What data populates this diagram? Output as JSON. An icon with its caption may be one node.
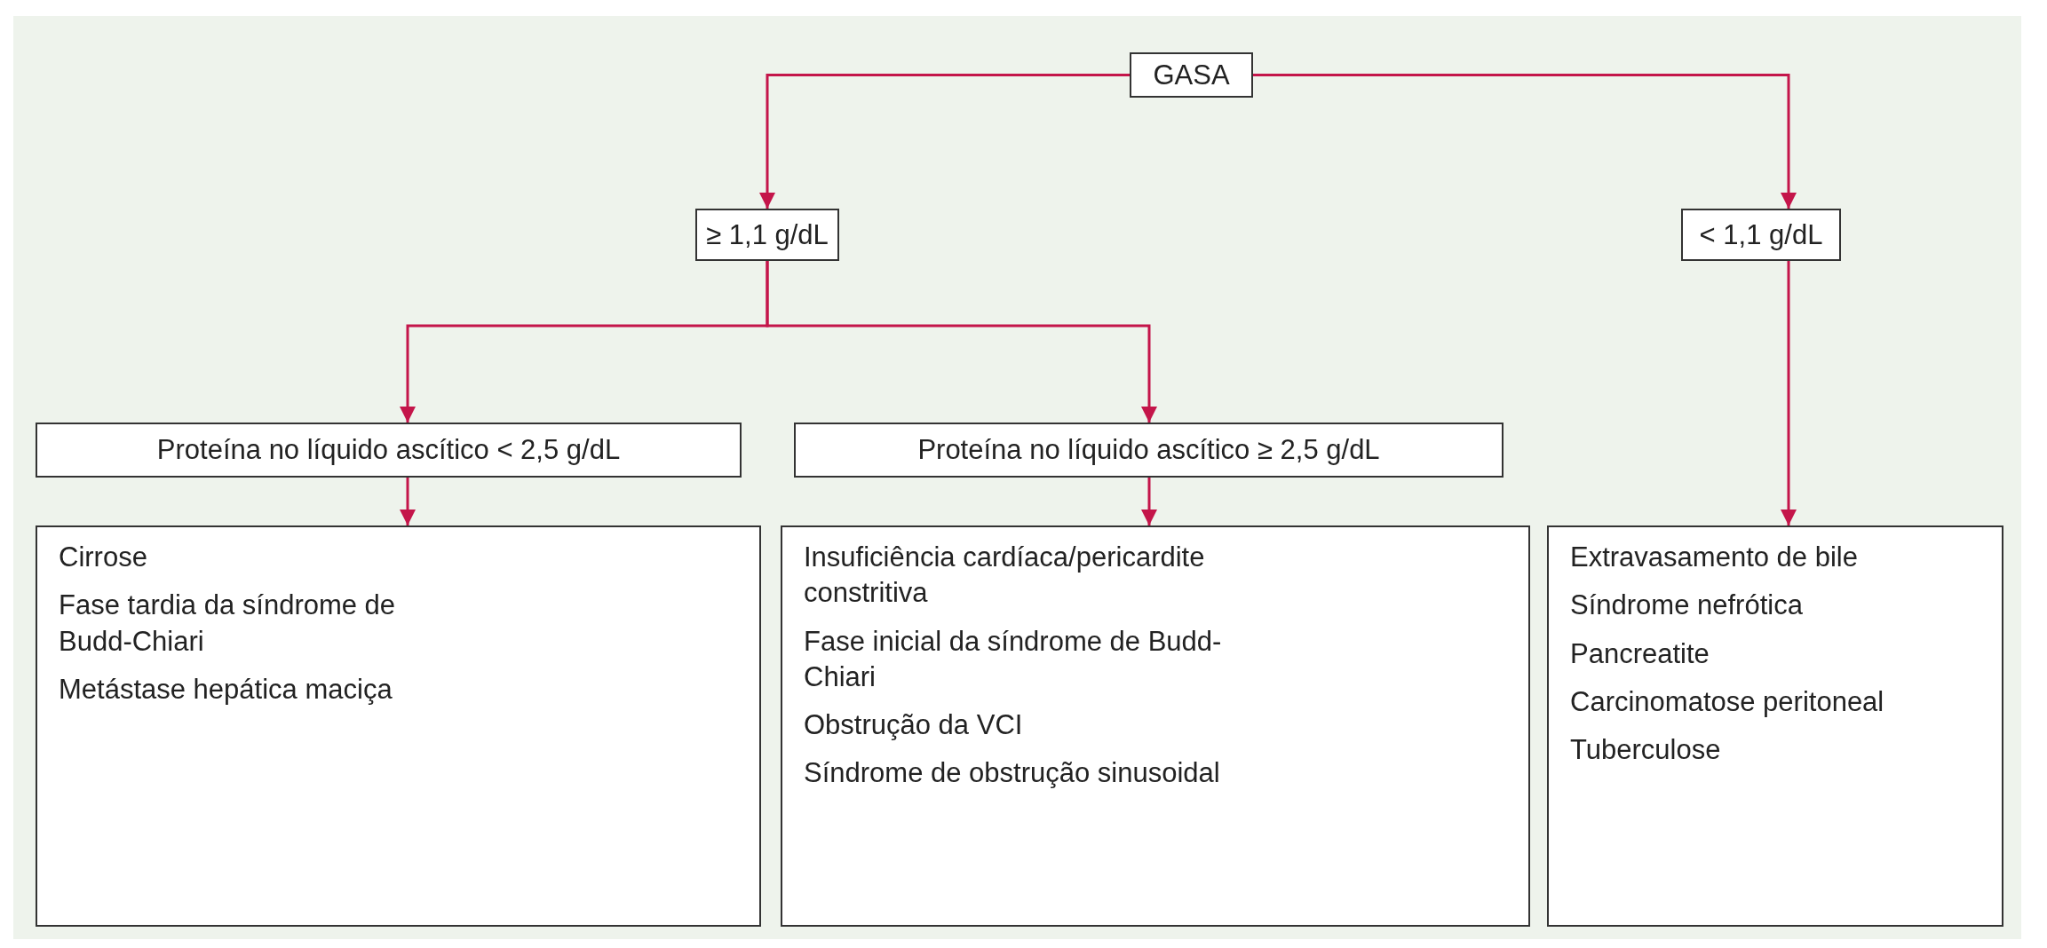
{
  "diagram": {
    "nodes": [
      {
        "text": [
          "GASA"
        ]
      },
      {
        "text": [
          "≥ 1,1 g/dL"
        ]
      },
      {
        "text": [
          "< 1,1 g/dL"
        ]
      },
      {
        "text": [
          "Proteína no líquido ascítico < 2,5 g/dL"
        ]
      },
      {
        "text": [
          "Proteína no líquido ascítico ≥ 2,5 g/dL"
        ]
      },
      {
        "text": [
          "Cirrose",
          "Fase tardia da síndrome de Budd-Chiari",
          "Metástase hepática maciça"
        ]
      },
      {
        "text": [
          "Insuficiência cardíaca/pericardite constritiva",
          "Fase inicial da síndrome de Budd-Chiari",
          "Obstrução da VCI",
          "Síndrome de obstrução sinusoidal"
        ]
      },
      {
        "text": [
          "Extravasamento de bile",
          "Síndrome nefrótica",
          "Pancreatite",
          "Carcinomatose peritoneal",
          "Tuberculose"
        ]
      }
    ],
    "edges": [
      {
        "from": 0,
        "to": 1,
        "arrow": "to"
      },
      {
        "from": 0,
        "to": 2,
        "arrow": "to"
      },
      {
        "from": 1,
        "to": 3,
        "arrow": "to"
      },
      {
        "from": 1,
        "to": 4,
        "arrow": "to"
      },
      {
        "from": 3,
        "to": 5,
        "arrow": "to"
      },
      {
        "from": 4,
        "to": 6,
        "arrow": "to"
      },
      {
        "from": 2,
        "to": 7,
        "arrow": "to"
      }
    ]
  }
}
